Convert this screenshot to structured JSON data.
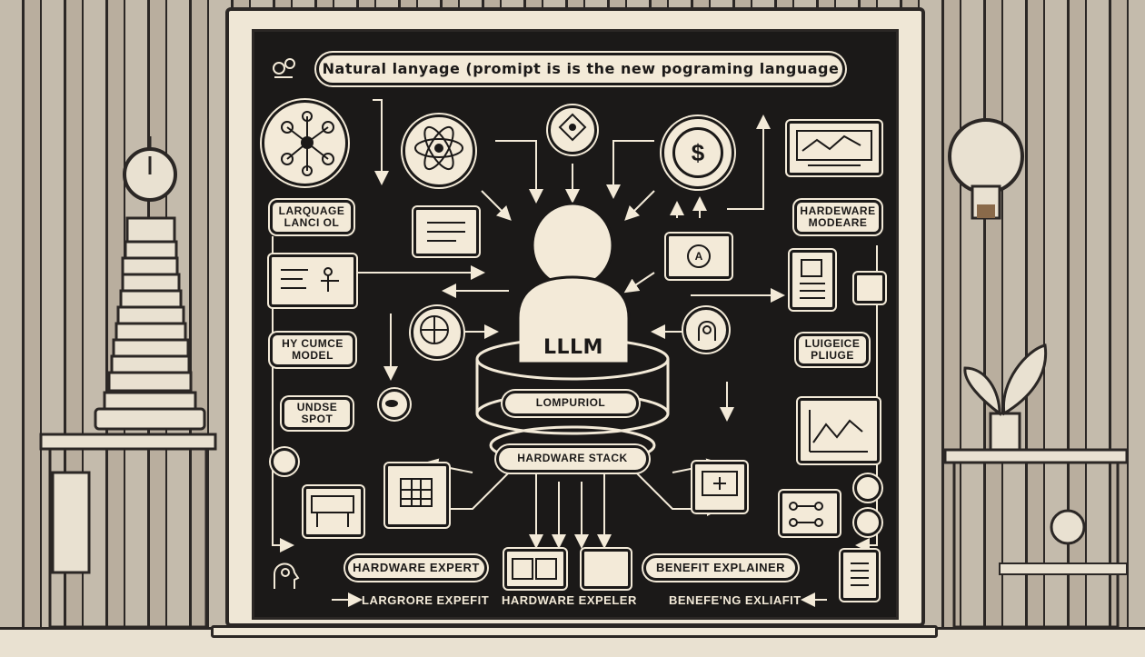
{
  "title": "Natural lanyage (promipt is is the new pograming language",
  "center": {
    "person_label": "LLLM",
    "ring_label": "LOMPURIOL",
    "stack_label": "HARDWARE STACK"
  },
  "left_labels": {
    "top": "LARQUAGE\nLANCI OL",
    "middle": "HY CUMCE\nMODEL",
    "bottom": "UNDSE\nSPOT"
  },
  "right_labels": {
    "top": "HARDEWARE\nMODEARE",
    "middle": "LUIGEICE\nPLIUGE"
  },
  "bottom_pills": {
    "left": "HARDWARE EXPERT",
    "right": "BENEFIT EXPLAINER"
  },
  "footer_labels": {
    "left": "LARGRORE EXPEFIT",
    "middle": "HARDWARE EXPELER",
    "right": "BENEFE'NG EXLIAFIT"
  },
  "icons": {
    "dollar_symbol": "$",
    "node_letter": "A"
  },
  "colors": {
    "board": "#1b1918",
    "cream": "#f3ead8",
    "wall": "#c4bbac",
    "ink": "#2b2725"
  }
}
